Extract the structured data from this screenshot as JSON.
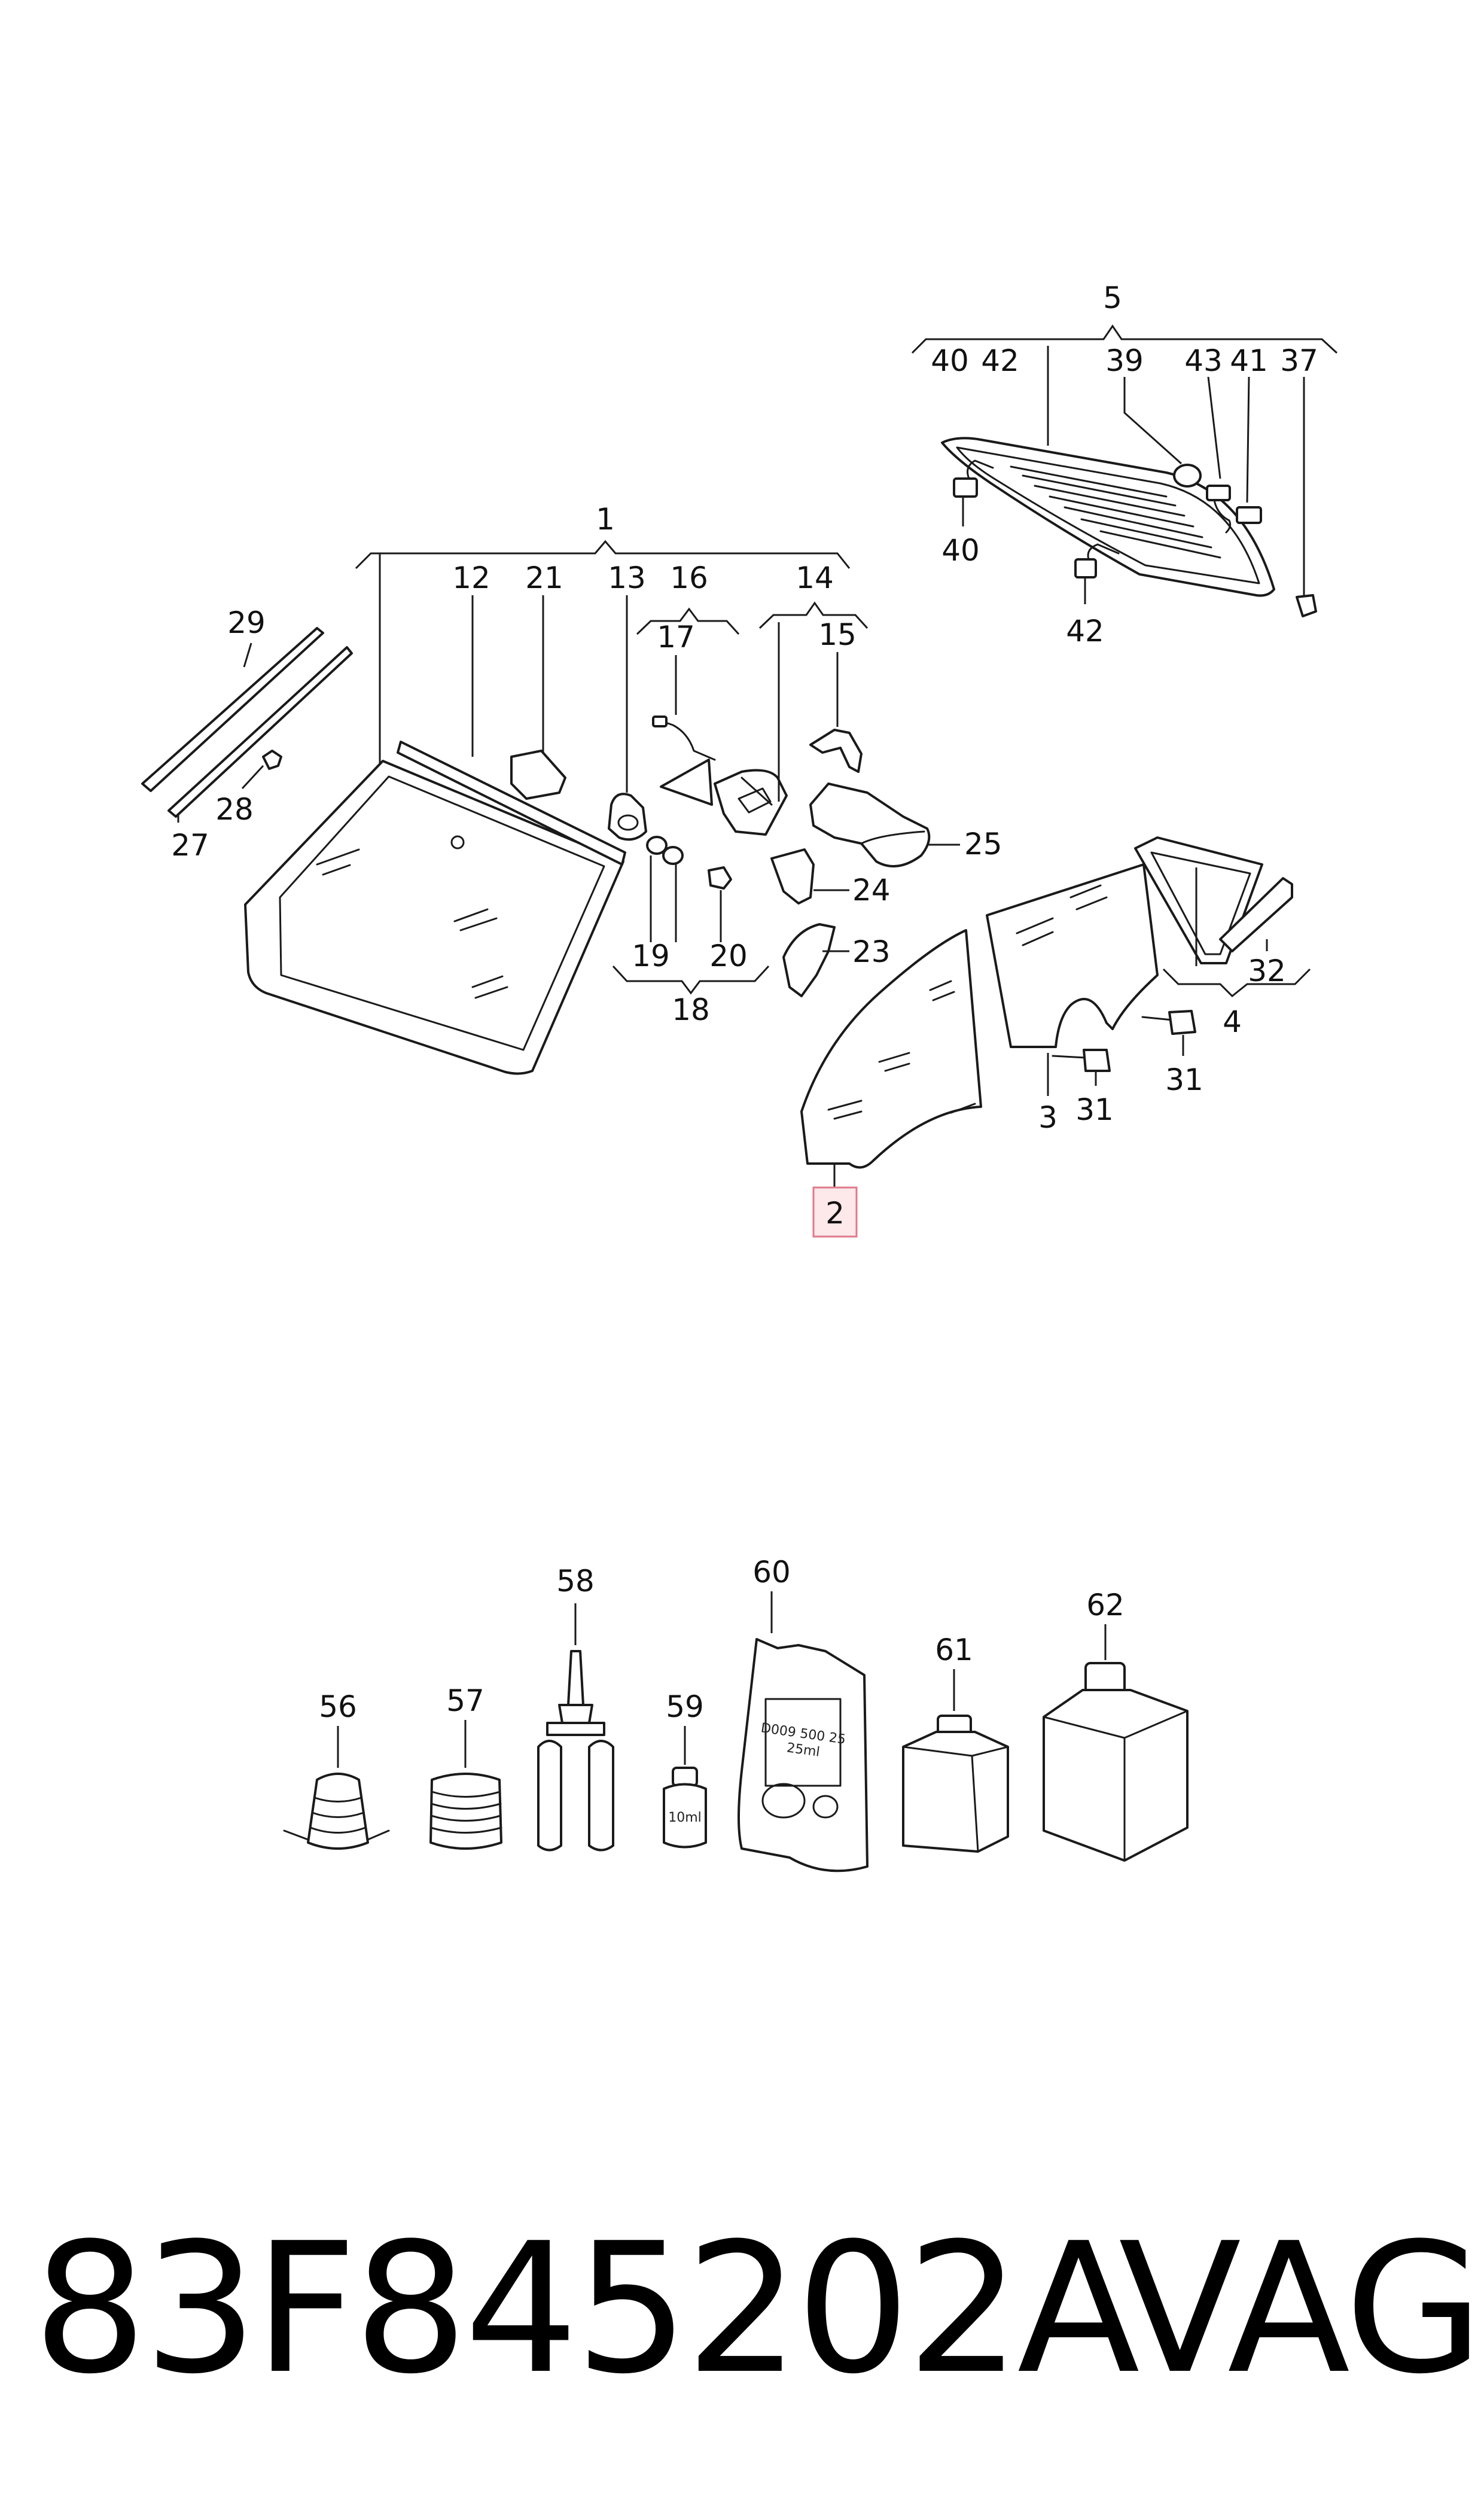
{
  "diagram": {
    "labels": {
      "l1": "1",
      "l2": "2",
      "l3": "3",
      "l4": "4",
      "l5": "5",
      "l12": "12",
      "l13": "13",
      "l14": "14",
      "l15": "15",
      "l16": "16",
      "l17": "17",
      "l18": "18",
      "l19": "19",
      "l20": "20",
      "l21": "21",
      "l23": "23",
      "l24": "24",
      "l25": "25",
      "l27": "27",
      "l28": "28",
      "l29": "29",
      "l31a": "31",
      "l31b": "31",
      "l32": "32",
      "l37": "37",
      "l39": "39",
      "l40a": "40",
      "l40b": "40",
      "l41": "41",
      "l42a": "42",
      "l42b": "42",
      "l43": "43",
      "l56": "56",
      "l57": "57",
      "l58": "58",
      "l59": "59",
      "l60": "60",
      "l61": "61",
      "l62": "62"
    },
    "highlighted_part": "2",
    "pack_texts": {
      "sachet": "D009 500 25",
      "sachet2": "25ml",
      "bottle": "10ml"
    }
  },
  "footer": {
    "part_number": "83F845202A",
    "brand": "VAG"
  }
}
